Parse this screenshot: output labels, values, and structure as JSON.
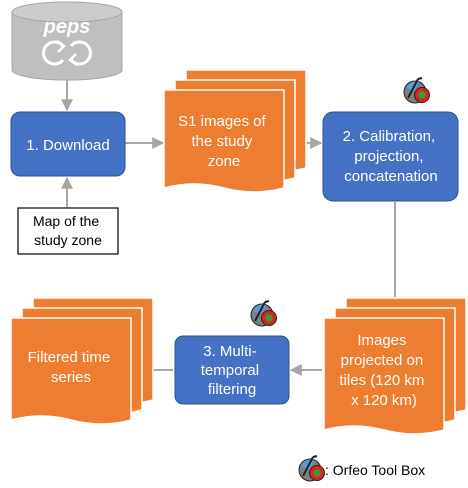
{
  "source": {
    "logo_text": "peps"
  },
  "steps": {
    "download": "1. Download",
    "calibration": [
      "2. Calibration,",
      "projection,",
      "concatenation"
    ],
    "filtering": [
      "3. Multi-",
      "temporal",
      "filtering"
    ]
  },
  "data_items": {
    "map": [
      "Map of the",
      "study zone"
    ],
    "s1_images": [
      "S1 images of",
      "the study",
      "zone"
    ],
    "projected_images": [
      "Images",
      "projected on",
      "tiles (120 km",
      "x 120 km)"
    ],
    "filtered_series": [
      "Filtered time",
      "series"
    ]
  },
  "legend": {
    "label": ": Orfeo Tool Box"
  },
  "colors": {
    "process": "#4472C4",
    "process_border": "#2F528F",
    "data": "#ED7D31",
    "data_border": "#FFFFFF",
    "arrow": "#A6A6A6",
    "cylinder": "#BFBFBF"
  },
  "icons": {
    "otb": "orfeo-toolbox-icon",
    "sync": "sync-arrows-icon"
  }
}
